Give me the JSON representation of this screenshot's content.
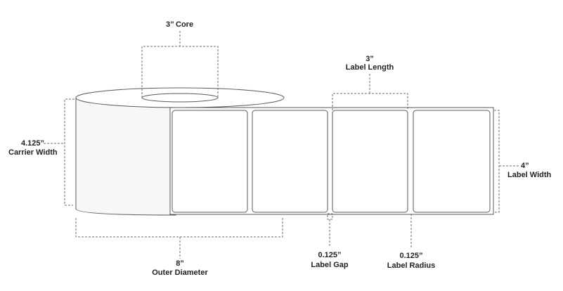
{
  "dimensions": {
    "core": {
      "value": "3”",
      "label": "Core"
    },
    "label_length": {
      "value": "3”",
      "label": "Label Length"
    },
    "carrier_width": {
      "value": "4.125”",
      "label": "Carrier Width"
    },
    "label_width": {
      "value": "4”",
      "label": "Label Width"
    },
    "outer_diameter": {
      "value": "8”",
      "label": "Outer Diameter"
    },
    "label_gap": {
      "value": "0.125”",
      "label": "Label Gap"
    },
    "label_radius": {
      "value": "0.125”",
      "label": "Label Radius"
    }
  },
  "label_count": 4,
  "colors": {
    "outline": "#58595b",
    "roll_face": "#f7f7f7",
    "label_fill": "#ffffff",
    "text": "#231f20"
  }
}
